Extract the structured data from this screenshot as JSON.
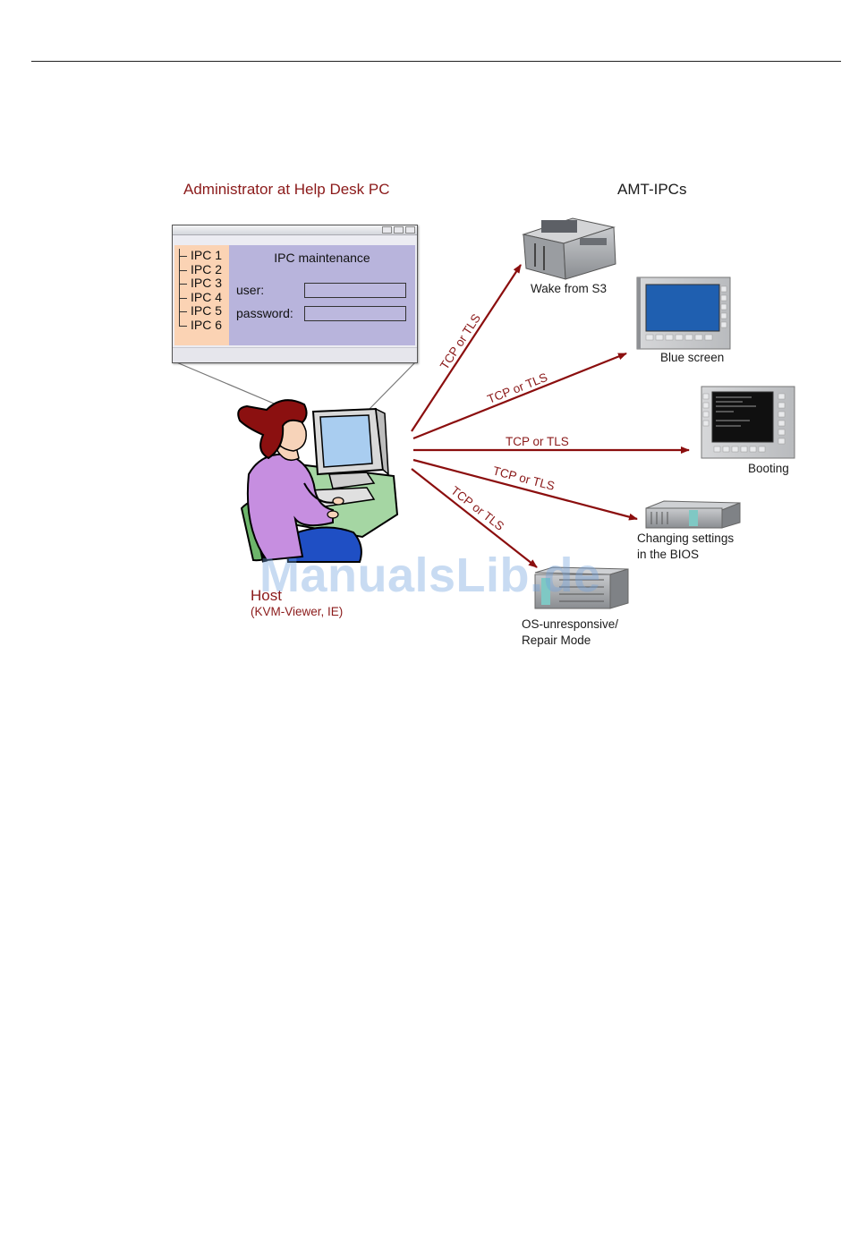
{
  "titles": {
    "admin": "Administrator at Help Desk PC",
    "ipcs": "AMT-IPCs"
  },
  "window": {
    "ipc_list": [
      "IPC 1",
      "IPC 2",
      "IPC 3",
      "IPC 4",
      "IPC 5",
      "IPC 6"
    ],
    "panel_title": "IPC maintenance",
    "user_label": "user:",
    "password_label": "password:",
    "user_value": "",
    "password_value": ""
  },
  "host": {
    "label": "Host",
    "sub": "(KVM-Viewer, IE)"
  },
  "connections": [
    {
      "label": "TCP or TLS",
      "target": "Wake from S3"
    },
    {
      "label": "TCP or TLS",
      "target": "Blue screen"
    },
    {
      "label": "TCP or TLS",
      "target": "Booting"
    },
    {
      "label": "TCP or TLS",
      "target": "Changing settings in the BIOS"
    },
    {
      "label": "TCP or TLS",
      "target": "OS-unresponsive/ Repair Mode"
    }
  ],
  "devices": {
    "wake": "Wake from S3",
    "blue": "Blue screen",
    "boot": "Booting",
    "bios_line1": "Changing settings",
    "bios_line2": "in the BIOS",
    "os_line1": "OS-unresponsive/",
    "os_line2": "Repair Mode"
  },
  "colors": {
    "arrow": "#8b0e0e",
    "accent_text": "#8b1a1a",
    "tree_bg": "#fbd3b4",
    "panel_bg": "#b8b4dc",
    "screen_blue": "#1f5fb0"
  },
  "watermark": "ManualsLib.de"
}
